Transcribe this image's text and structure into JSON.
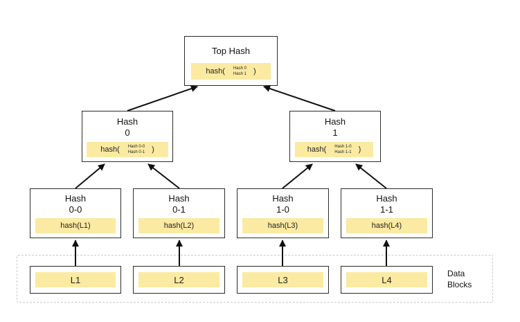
{
  "top": {
    "title": "Top Hash",
    "fn": "hash(",
    "args": [
      "Hash 0",
      "Hash 1"
    ],
    "close": ")"
  },
  "level1": [
    {
      "title1": "Hash",
      "title2": "0",
      "fn": "hash(",
      "args": [
        "Hash 0-0",
        "Hash 0-1"
      ],
      "close": ")"
    },
    {
      "title1": "Hash",
      "title2": "1",
      "fn": "hash(",
      "args": [
        "Hash 1-0",
        "Hash 1-1"
      ],
      "close": ")"
    }
  ],
  "level2": [
    {
      "title1": "Hash",
      "title2": "0-0",
      "content": "hash(L1)"
    },
    {
      "title1": "Hash",
      "title2": "0-1",
      "content": "hash(L2)"
    },
    {
      "title1": "Hash",
      "title2": "1-0",
      "content": "hash(L3)"
    },
    {
      "title1": "Hash",
      "title2": "1-1",
      "content": "hash(L4)"
    }
  ],
  "data_blocks": {
    "label_line1": "Data",
    "label_line2": "Blocks",
    "items": [
      "L1",
      "L2",
      "L3",
      "L4"
    ]
  },
  "colors": {
    "highlight": "#fbeaa2",
    "border": "#2b2b2b",
    "dashed": "#c9c9c9",
    "arrow": "#111111"
  }
}
